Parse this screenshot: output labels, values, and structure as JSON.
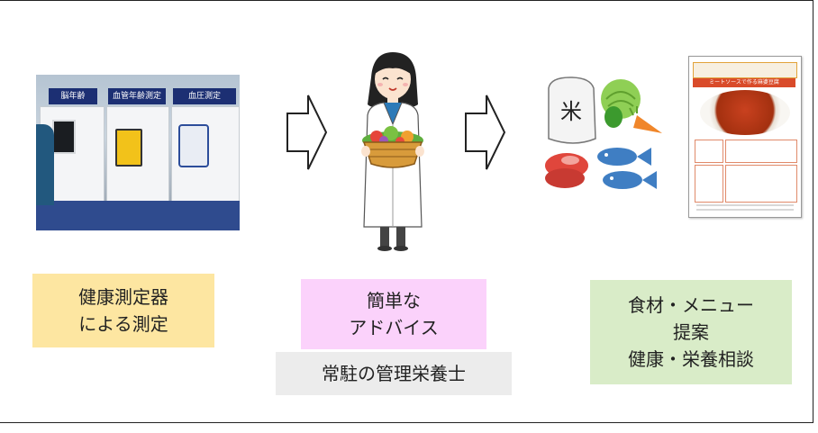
{
  "photo": {
    "signs": [
      "脳年齢",
      "血管年齢測定",
      "血圧測定"
    ]
  },
  "labels": {
    "measurement": [
      "健康測定器",
      "による測定"
    ],
    "advice": [
      "簡単な",
      "アドバイス"
    ],
    "dietitian": "常駐の管理栄養士",
    "proposal": [
      "食材・メニュー",
      "提案",
      "健康・栄養相談"
    ]
  },
  "recipe": {
    "title": "ミートソースで作る麻婆豆腐"
  },
  "icons": {
    "arrows": [
      "right-arrow-icon",
      "right-arrow-icon"
    ],
    "rice_bag_mark": "米"
  },
  "colors": {
    "yellow_box": "#fde6a1",
    "pink_box": "#fbd2fb",
    "gray_box": "#ececec",
    "green_box": "#d9ecc8"
  }
}
